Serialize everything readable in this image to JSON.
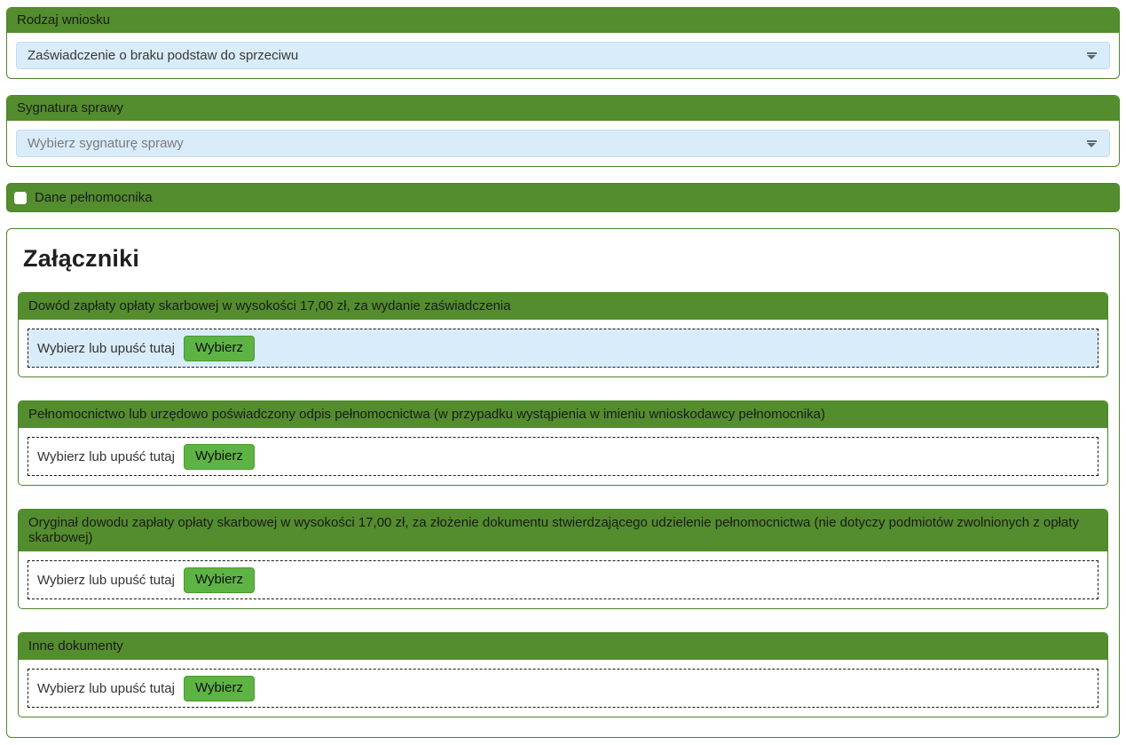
{
  "colors": {
    "green": "#538d2d",
    "green-border": "#4c8527",
    "btn-green": "#5db344",
    "btn-green-border": "#4a9a2d",
    "blue": "#d9ecf9"
  },
  "form": {
    "request_type": {
      "label": "Rodzaj wniosku",
      "value": "Zaświadczenie o braku podstaw do sprzeciwu"
    },
    "case_signature": {
      "label": "Sygnatura sprawy",
      "placeholder": "Wybierz sygnaturę sprawy"
    },
    "attorney_checkbox": {
      "label": "Dane pełnomocnika",
      "checked": false
    },
    "attachments": {
      "title": "Załączniki",
      "dropzone_text": "Wybierz lub upuść tutaj",
      "choose_button_label": "Wybierz",
      "items": [
        {
          "label": "Dowód zapłaty opłaty skarbowej w wysokości 17,00 zł, za wydanie zaświadczenia",
          "highlighted": true
        },
        {
          "label": "Pełnomocnictwo lub urzędowo poświadczony odpis pełnomocnictwa (w przypadku wystąpienia w imieniu wnioskodawcy pełnomocnika)",
          "highlighted": false
        },
        {
          "label": "Oryginał dowodu zapłaty opłaty skarbowej w wysokości 17,00 zł, za złożenie dokumentu stwierdzającego udzielenie pełnomocnictwa (nie dotyczy podmiotów zwolnionych z opłaty skarbowej)",
          "highlighted": false
        },
        {
          "label": "Inne dokumenty",
          "highlighted": false
        }
      ]
    }
  }
}
